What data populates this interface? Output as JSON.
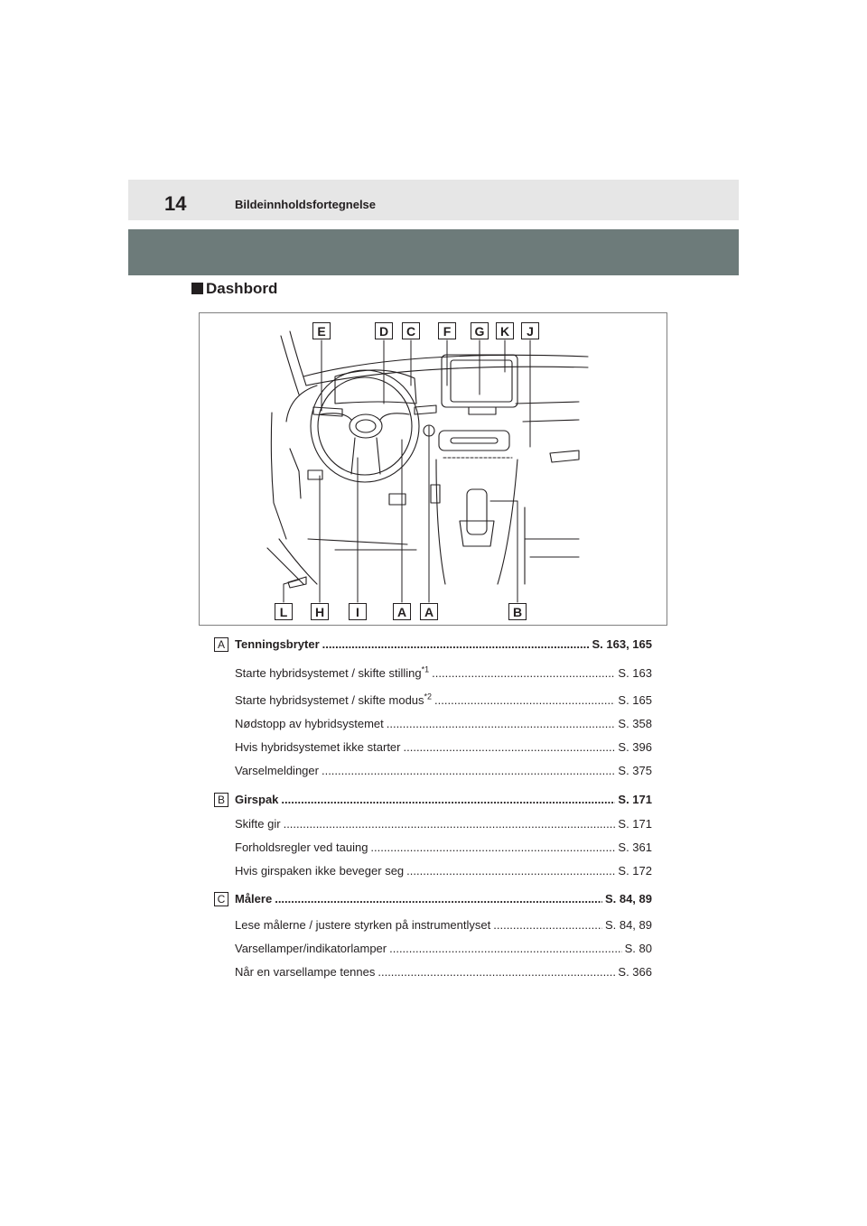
{
  "header": {
    "page_number": "14",
    "chapter": "Bildeinnholdsfortegnelse"
  },
  "section": {
    "heading": "Dashbord"
  },
  "figure": {
    "top_callouts": [
      "E",
      "D",
      "C",
      "F",
      "G",
      "K",
      "J"
    ],
    "bottom_callouts": [
      "L",
      "H",
      "I",
      "A",
      "A",
      "B"
    ]
  },
  "entries": [
    {
      "letter": "A",
      "title": "Tenningsbryter",
      "pages": "S. 163, 165",
      "items": [
        {
          "label": "Starte hybridsystemet / skifte stilling",
          "sup": "*1",
          "pages": "S. 163"
        },
        {
          "label": "Starte hybridsystemet / skifte modus",
          "sup": "*2",
          "pages": "S. 165"
        },
        {
          "label": "Nødstopp av hybridsystemet",
          "sup": "",
          "pages": "S. 358"
        },
        {
          "label": "Hvis hybridsystemet ikke starter",
          "sup": "",
          "pages": "S. 396"
        },
        {
          "label": "Varselmeldinger",
          "sup": "",
          "pages": "S. 375"
        }
      ]
    },
    {
      "letter": "B",
      "title": "Girspak",
      "pages": "S. 171",
      "items": [
        {
          "label": "Skifte gir",
          "sup": "",
          "pages": "S. 171"
        },
        {
          "label": "Forholdsregler ved tauing",
          "sup": "",
          "pages": "S. 361"
        },
        {
          "label": "Hvis girspaken ikke beveger seg",
          "sup": "",
          "pages": "S. 172"
        }
      ]
    },
    {
      "letter": "C",
      "title": "Målere",
      "pages": "S. 84, 89",
      "items": [
        {
          "label": "Lese målerne / justere styrken på instrumentlyset",
          "sup": "",
          "pages": "S. 84, 89"
        },
        {
          "label": "Varsellamper/indikatorlamper",
          "sup": "",
          "pages": "S. 80"
        },
        {
          "label": "Når en varsellampe tennes",
          "sup": "",
          "pages": "S. 366"
        }
      ]
    }
  ]
}
